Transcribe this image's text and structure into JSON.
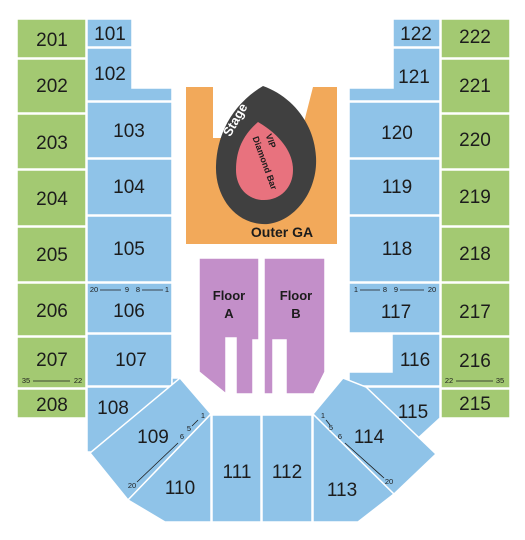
{
  "upper_left": [
    "201",
    "202",
    "203",
    "204",
    "205",
    "206",
    "207",
    "208"
  ],
  "upper_right": [
    "222",
    "221",
    "220",
    "219",
    "218",
    "217",
    "216",
    "215"
  ],
  "lower_left": [
    "101",
    "102",
    "103",
    "104",
    "105",
    "106",
    "107",
    "108"
  ],
  "lower_right": [
    "122",
    "121",
    "120",
    "119",
    "118",
    "117",
    "116",
    "115"
  ],
  "bottom": [
    "109",
    "110",
    "111",
    "112",
    "113",
    "114"
  ],
  "stage": "Stage",
  "vip": [
    "VIP",
    "Diamond Bar"
  ],
  "outer_ga": "Outer GA",
  "floor_a": [
    "Floor",
    "A"
  ],
  "floor_b": [
    "Floor",
    "B"
  ],
  "rows": {
    "s106": [
      "20",
      "9",
      "8",
      "1"
    ],
    "s117": [
      "1",
      "8",
      "9",
      "20"
    ],
    "s207": [
      "35",
      "22"
    ],
    "s216": [
      "22",
      "35"
    ],
    "s109": [
      "1",
      "5",
      "6",
      "20"
    ],
    "s114": [
      "1",
      "5",
      "6",
      "20"
    ]
  },
  "colors": {
    "upper": "#a3c972",
    "lower": "#8fc3e8",
    "floor": "#c38fc9",
    "ga": "#f2a95a",
    "stage": "#404040",
    "vip": "#e8727e"
  }
}
